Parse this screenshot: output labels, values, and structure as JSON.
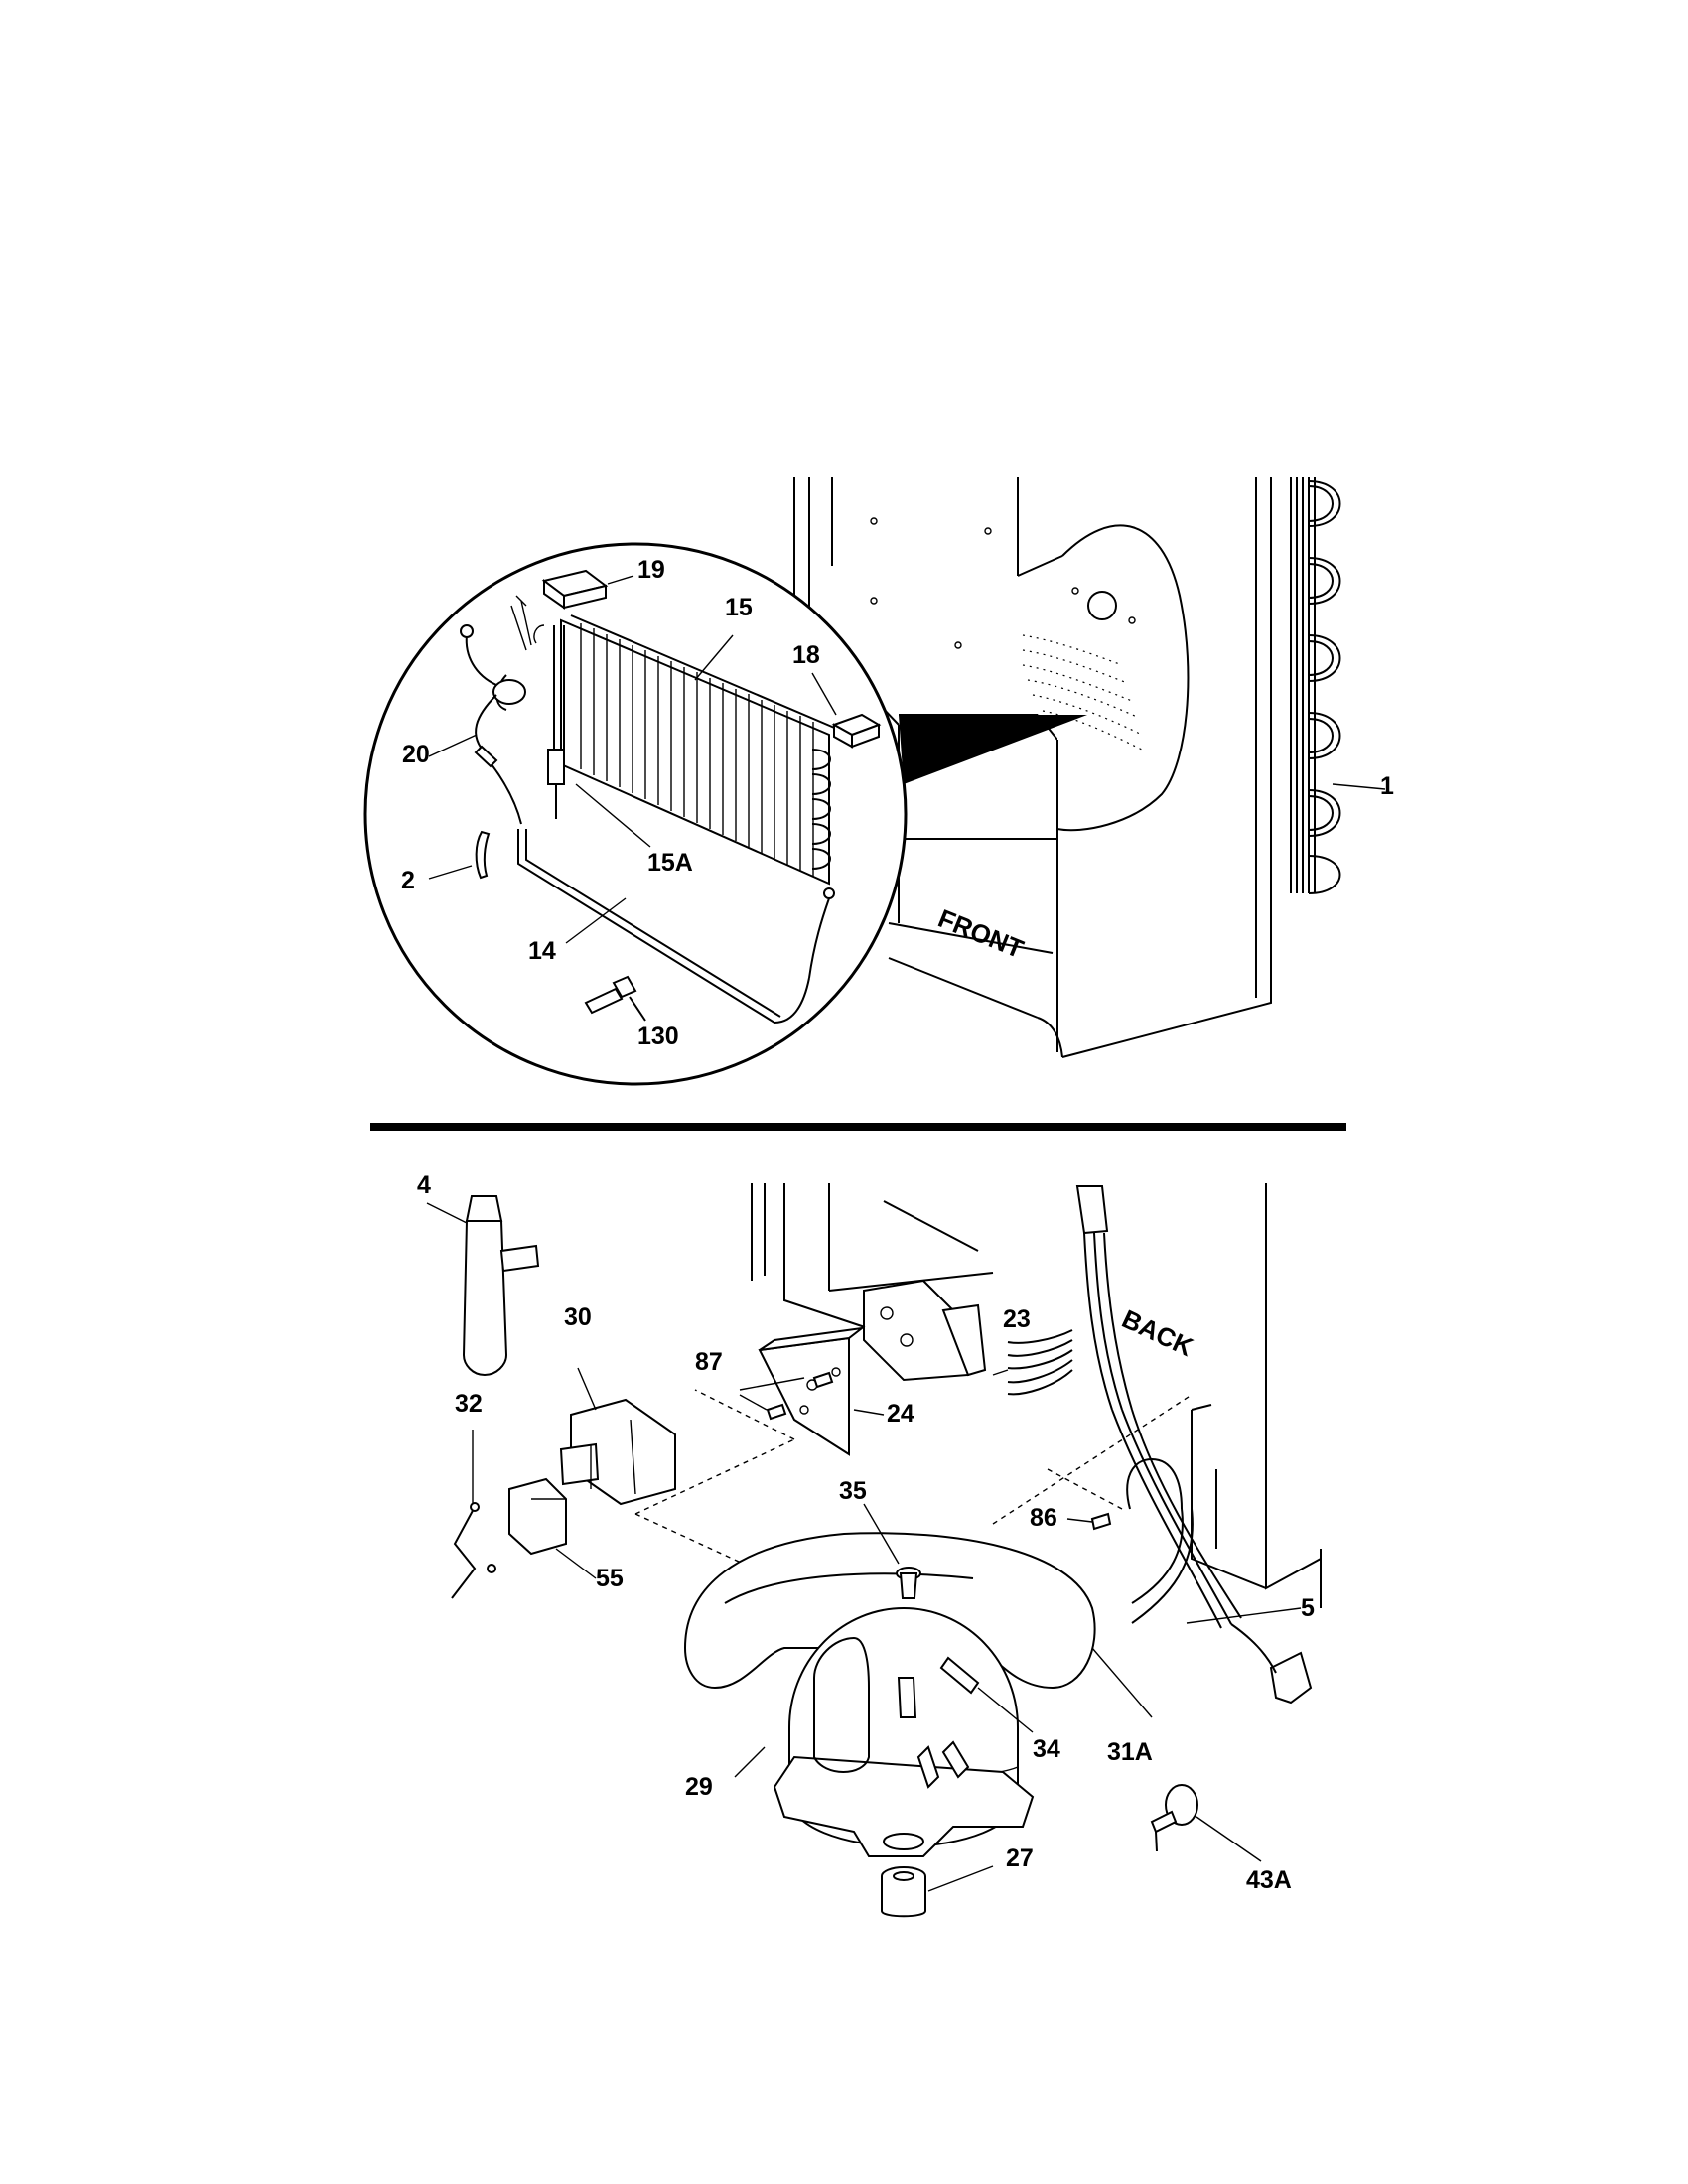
{
  "orientation_labels": {
    "front": "FRONT",
    "back": "BACK"
  },
  "callouts": {
    "c1": "1",
    "c2": "2",
    "c4": "4",
    "c5": "5",
    "c14": "14",
    "c15": "15",
    "c15a": "15A",
    "c18": "18",
    "c19": "19",
    "c20": "20",
    "c23": "23",
    "c24": "24",
    "c27": "27",
    "c29": "29",
    "c30": "30",
    "c31a": "31A",
    "c32": "32",
    "c34": "34",
    "c35": "35",
    "c43a": "43A",
    "c55": "55",
    "c86": "86",
    "c87": "87",
    "c130": "130"
  }
}
